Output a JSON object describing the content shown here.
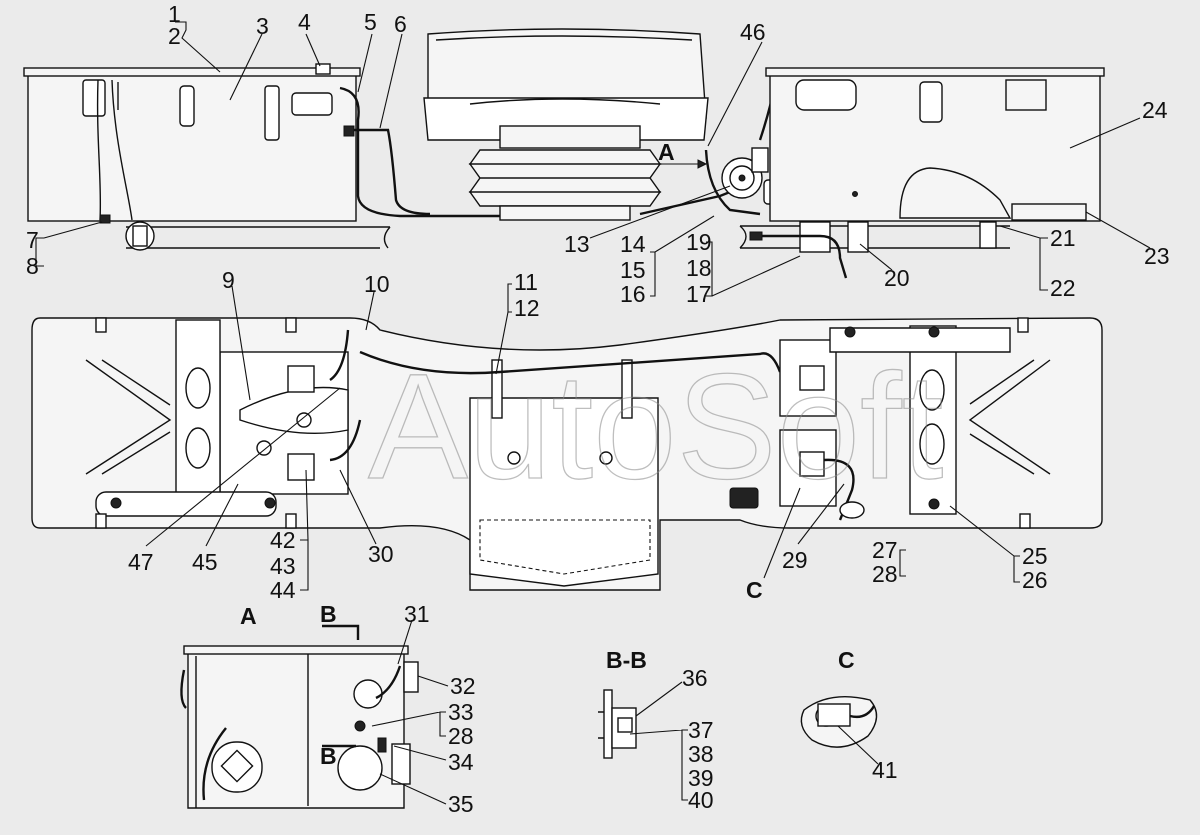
{
  "watermark": "AutoSoft",
  "view_labels": {
    "A_main": "A",
    "A_detail": "A",
    "B_top": "B",
    "B_side": "B",
    "BB_section": "B-B",
    "C_main": "C",
    "C_detail": "C"
  },
  "callouts": [
    {
      "id": "1",
      "text": "1"
    },
    {
      "id": "2",
      "text": "2"
    },
    {
      "id": "3",
      "text": "3"
    },
    {
      "id": "4",
      "text": "4"
    },
    {
      "id": "5",
      "text": "5"
    },
    {
      "id": "6",
      "text": "6"
    },
    {
      "id": "46",
      "text": "46"
    },
    {
      "id": "24",
      "text": "24"
    },
    {
      "id": "7",
      "text": "7"
    },
    {
      "id": "8",
      "text": "8"
    },
    {
      "id": "13",
      "text": "13"
    },
    {
      "id": "14",
      "text": "14"
    },
    {
      "id": "15",
      "text": "15"
    },
    {
      "id": "16",
      "text": "16"
    },
    {
      "id": "19",
      "text": "19"
    },
    {
      "id": "18",
      "text": "18"
    },
    {
      "id": "17",
      "text": "17"
    },
    {
      "id": "20",
      "text": "20"
    },
    {
      "id": "21",
      "text": "21"
    },
    {
      "id": "22",
      "text": "22"
    },
    {
      "id": "23",
      "text": "23"
    },
    {
      "id": "9",
      "text": "9"
    },
    {
      "id": "10",
      "text": "10"
    },
    {
      "id": "11",
      "text": "11"
    },
    {
      "id": "12",
      "text": "12"
    },
    {
      "id": "47",
      "text": "47"
    },
    {
      "id": "45",
      "text": "45"
    },
    {
      "id": "42",
      "text": "42"
    },
    {
      "id": "43",
      "text": "43"
    },
    {
      "id": "44",
      "text": "44"
    },
    {
      "id": "30",
      "text": "30"
    },
    {
      "id": "29",
      "text": "29"
    },
    {
      "id": "27",
      "text": "27"
    },
    {
      "id": "28a",
      "text": "28"
    },
    {
      "id": "25",
      "text": "25"
    },
    {
      "id": "26",
      "text": "26"
    },
    {
      "id": "31",
      "text": "31"
    },
    {
      "id": "32",
      "text": "32"
    },
    {
      "id": "33",
      "text": "33"
    },
    {
      "id": "28b",
      "text": "28"
    },
    {
      "id": "34",
      "text": "34"
    },
    {
      "id": "35",
      "text": "35"
    },
    {
      "id": "36",
      "text": "36"
    },
    {
      "id": "37",
      "text": "37"
    },
    {
      "id": "38",
      "text": "38"
    },
    {
      "id": "39",
      "text": "39"
    },
    {
      "id": "40",
      "text": "40"
    },
    {
      "id": "41",
      "text": "41"
    }
  ]
}
